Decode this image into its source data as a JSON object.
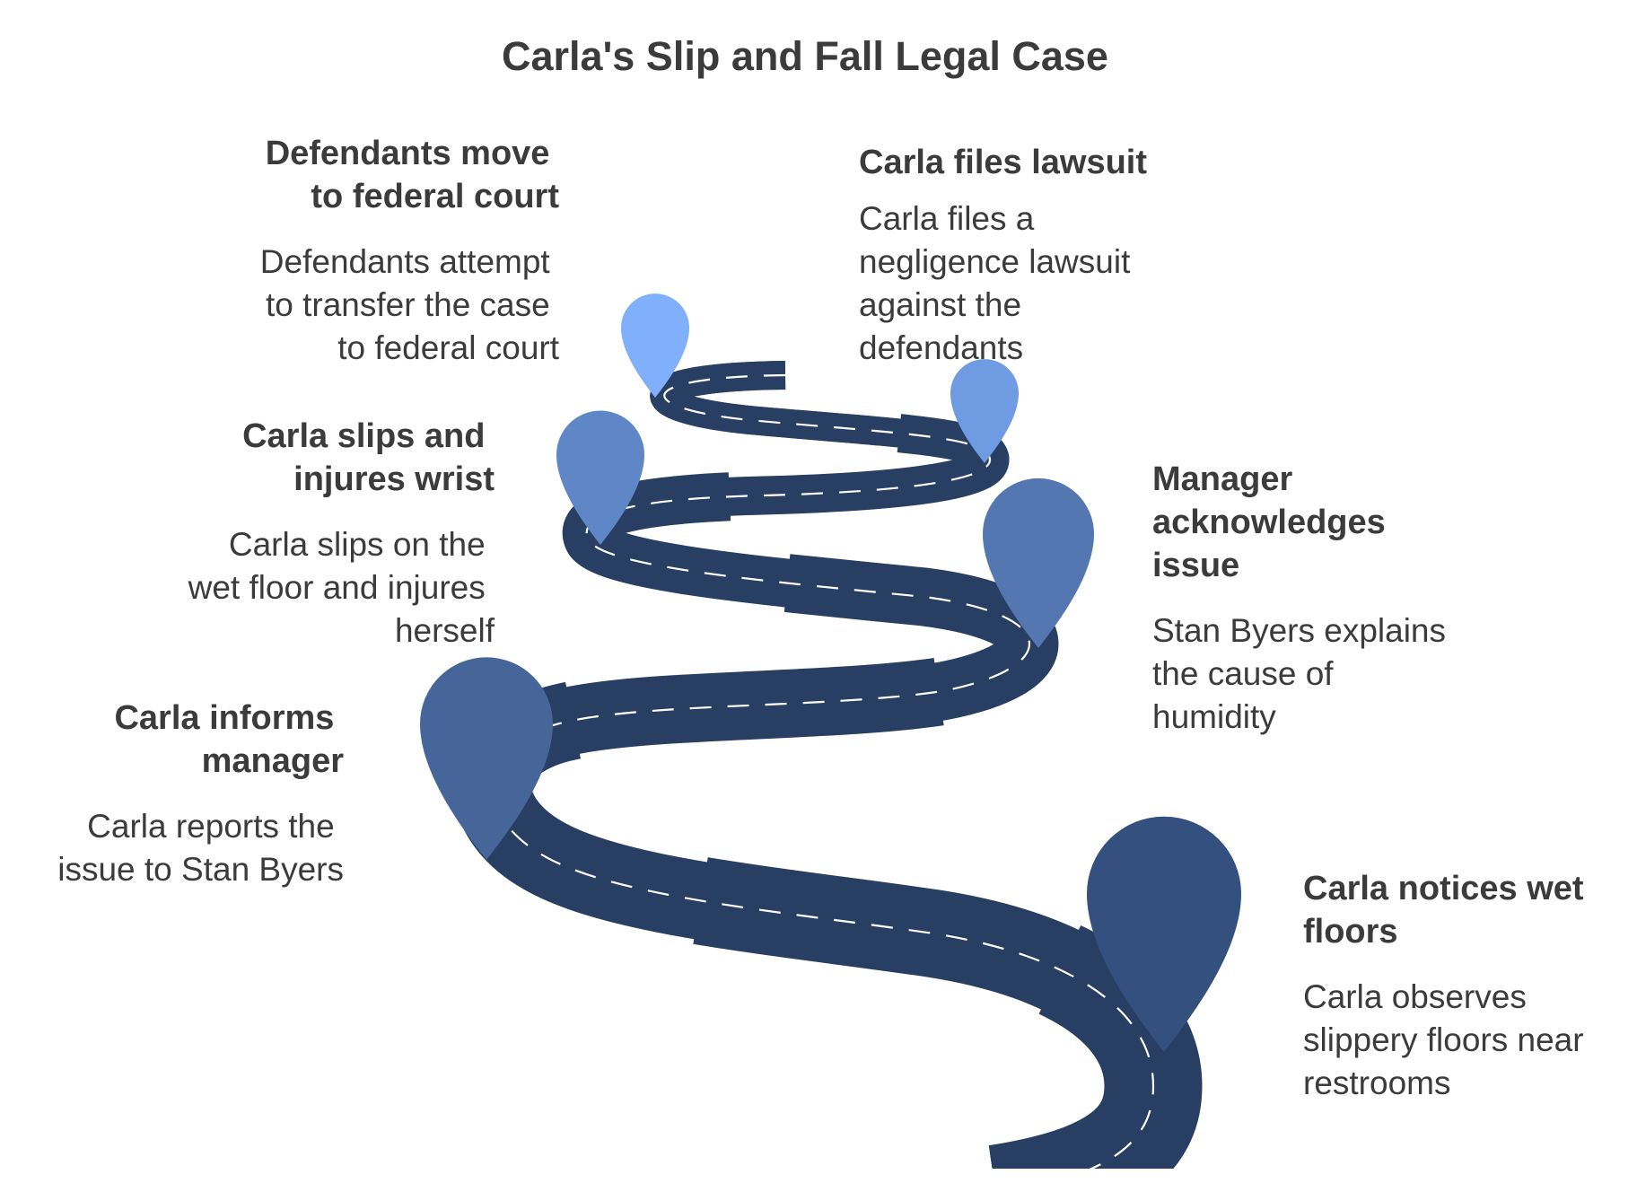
{
  "title": "Carla's Slip and Fall Legal Case",
  "colors": {
    "road": "#283e63",
    "lane_marking": "#ffffff",
    "text": "#3b3b3b"
  },
  "milestones": [
    {
      "heading": [
        "Carla notices wet",
        "floors"
      ],
      "description": [
        "Carla observes",
        "slippery floors near",
        "restrooms"
      ],
      "pin_color": "#34507e",
      "icon": "map-pin-icon"
    },
    {
      "heading": [
        "Carla informs",
        "manager"
      ],
      "description": [
        "Carla reports the",
        "issue to Stan Byers"
      ],
      "pin_color": "#46669a",
      "icon": "map-pin-icon"
    },
    {
      "heading": [
        "Manager",
        "acknowledges",
        "issue"
      ],
      "description": [
        "Stan Byers explains",
        "the cause of",
        "humidity"
      ],
      "pin_color": "#5477b1",
      "icon": "map-pin-icon"
    },
    {
      "heading": [
        "Carla slips and",
        "injures wrist"
      ],
      "description": [
        "Carla slips on the",
        "wet floor and injures",
        "herself"
      ],
      "pin_color": "#5f87c8",
      "icon": "map-pin-icon"
    },
    {
      "heading": [
        "Carla files lawsuit"
      ],
      "description": [
        "Carla files a",
        "negligence lawsuit",
        "against the",
        "defendants"
      ],
      "pin_color": "#6e9be2",
      "icon": "map-pin-icon"
    },
    {
      "heading": [
        "Defendants move",
        "to federal court"
      ],
      "description": [
        "Defendants attempt",
        "to transfer the case",
        "to federal court"
      ],
      "pin_color": "#80b0fb",
      "icon": "map-pin-icon"
    }
  ]
}
